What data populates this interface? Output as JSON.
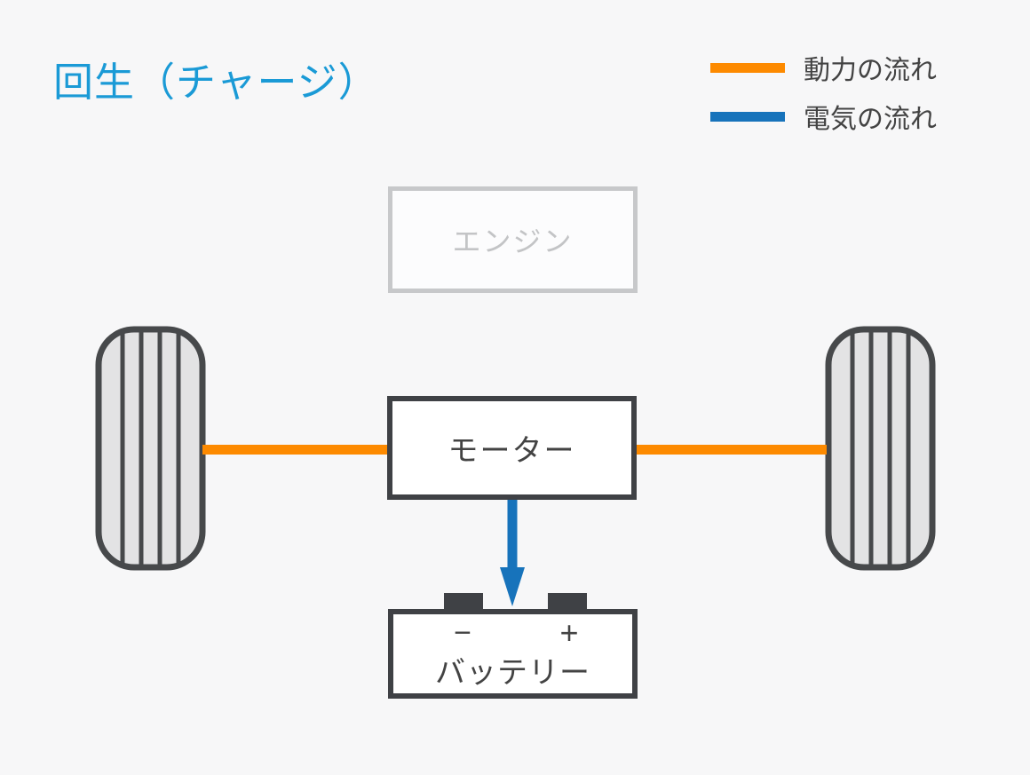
{
  "title": "回生（チャージ）",
  "colors": {
    "background": "#f7f7f8",
    "title": "#1a9ad6",
    "power_flow": "#fd8a00",
    "electric_flow": "#1773bb",
    "box_border": "#3f4145",
    "box_text": "#434343",
    "disabled_border": "#c7c8ca",
    "disabled_text": "#c3c4c6",
    "tire_fill": "#e3e3e4",
    "tire_border": "#47494b",
    "box_fill": "#ffffff",
    "engine_fill": "#fcfcfd"
  },
  "legend": {
    "items": [
      {
        "label": "動力の流れ",
        "type": "power",
        "color": "#fd8a00"
      },
      {
        "label": "電気の流れ",
        "type": "electric",
        "color": "#1773bb"
      }
    ]
  },
  "diagram": {
    "engine": {
      "label": "エンジン",
      "state": "inactive"
    },
    "motor": {
      "label": "モーター",
      "state": "active"
    },
    "battery": {
      "label": "バッテリー",
      "minus": "−",
      "plus": "+"
    },
    "wheels": {
      "left": "left-tire",
      "right": "right-tire"
    },
    "flows": [
      {
        "name": "left-axle-power-flow",
        "type": "power",
        "from": "left-tire",
        "to": "motor"
      },
      {
        "name": "right-axle-power-flow",
        "type": "power",
        "from": "right-tire",
        "to": "motor"
      },
      {
        "name": "motor-to-battery-electric-flow",
        "type": "electric",
        "from": "motor",
        "to": "battery",
        "direction": "down"
      }
    ]
  }
}
